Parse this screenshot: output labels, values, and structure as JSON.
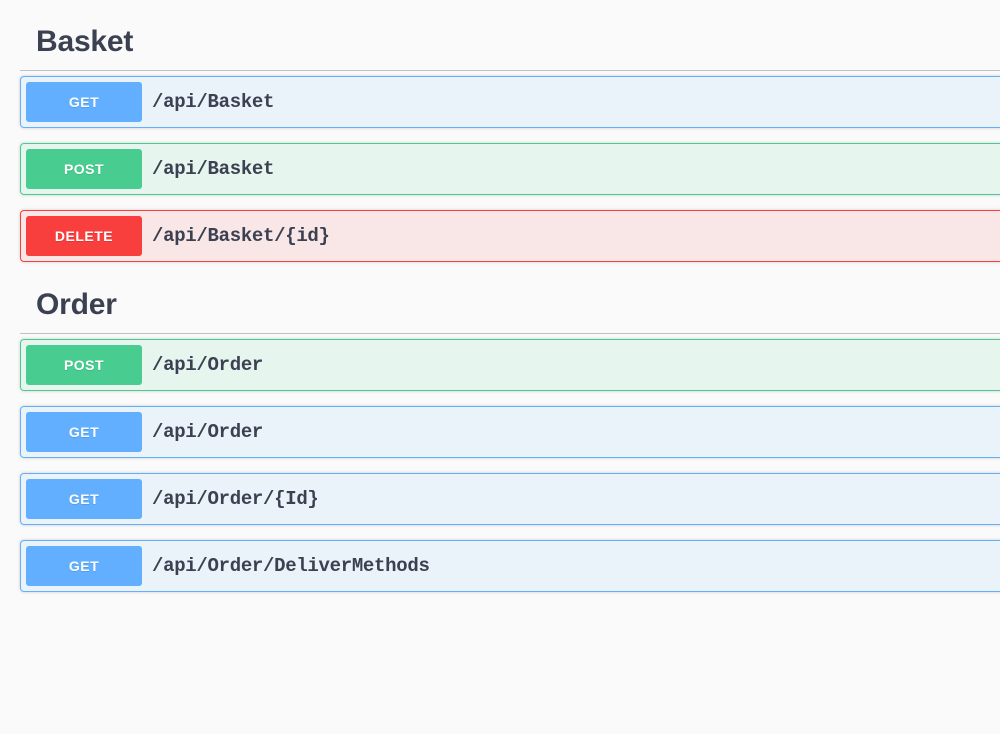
{
  "page": {
    "background_color": "#fafafa",
    "text_color": "#3b4151"
  },
  "method_colors": {
    "get": "#61affe",
    "post": "#49cc90",
    "delete": "#f93e3e"
  },
  "sections": [
    {
      "tag": "Basket",
      "operations": [
        {
          "method": "GET",
          "method_key": "get",
          "path": "/api/Basket"
        },
        {
          "method": "POST",
          "method_key": "post",
          "path": "/api/Basket"
        },
        {
          "method": "DELETE",
          "method_key": "delete",
          "path": "/api/Basket/{id}"
        }
      ]
    },
    {
      "tag": "Order",
      "operations": [
        {
          "method": "POST",
          "method_key": "post",
          "path": "/api/Order"
        },
        {
          "method": "GET",
          "method_key": "get",
          "path": "/api/Order"
        },
        {
          "method": "GET",
          "method_key": "get",
          "path": "/api/Order/{Id}"
        },
        {
          "method": "GET",
          "method_key": "get",
          "path": "/api/Order/DeliverMethods"
        }
      ]
    }
  ]
}
